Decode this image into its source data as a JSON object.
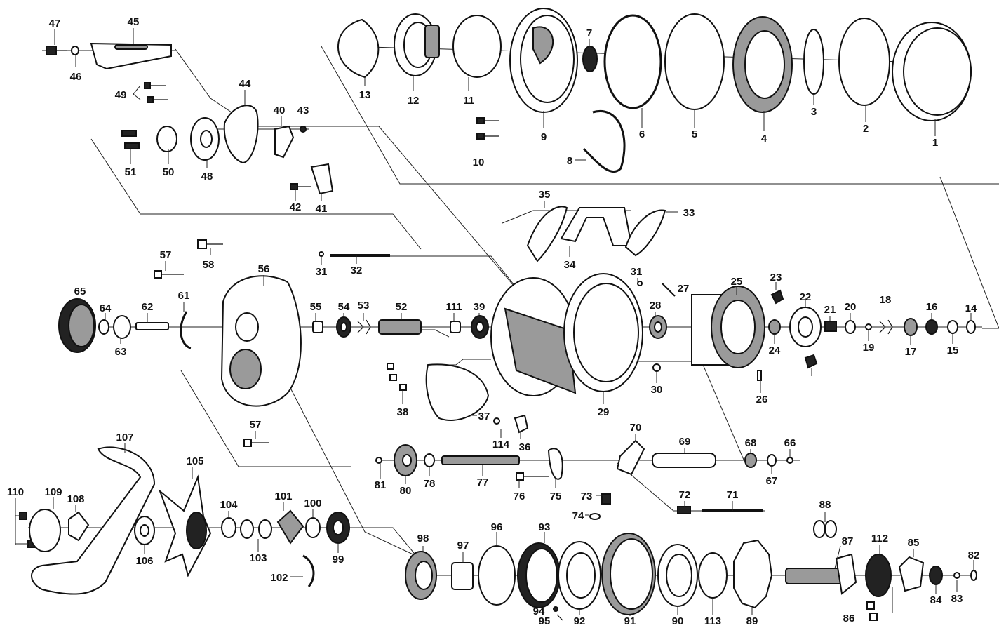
{
  "diagram": {
    "labels": [
      "1",
      "2",
      "3",
      "4",
      "5",
      "6",
      "7",
      "8",
      "9",
      "10",
      "11",
      "12",
      "13",
      "14",
      "15",
      "16",
      "17",
      "18",
      "19",
      "20",
      "21",
      "22",
      "23",
      "24",
      "25",
      "26",
      "27",
      "28",
      "29",
      "30",
      "31",
      "32",
      "33",
      "34",
      "35",
      "36",
      "37",
      "38",
      "39",
      "40",
      "41",
      "42",
      "43",
      "44",
      "45",
      "46",
      "47",
      "48",
      "49",
      "50",
      "51",
      "52",
      "53",
      "54",
      "55",
      "56",
      "57",
      "58",
      "61",
      "62",
      "63",
      "64",
      "65",
      "66",
      "67",
      "68",
      "69",
      "70",
      "71",
      "72",
      "73",
      "74",
      "75",
      "76",
      "77",
      "78",
      "80",
      "81",
      "82",
      "83",
      "84",
      "85",
      "86",
      "87",
      "88",
      "89",
      "90",
      "91",
      "92",
      "93",
      "94",
      "95",
      "96",
      "97",
      "98",
      "99",
      "100",
      "101",
      "102",
      "103",
      "104",
      "105",
      "106",
      "107",
      "108",
      "109",
      "110",
      "111",
      "112",
      "113",
      "114"
    ]
  }
}
